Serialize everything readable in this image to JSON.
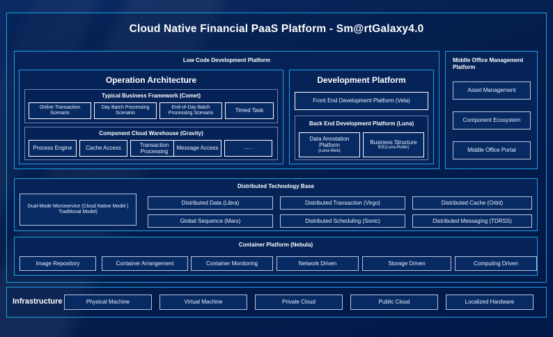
{
  "title": "Cloud Native Financial PaaS Platform - Sm@rtGalaxy4.0",
  "colors": {
    "background": "#04204f",
    "accent_border": "#1f9fe0",
    "panel_border": "#1f86c8",
    "chip_border": "#ffffff",
    "text": "#ffffff"
  },
  "low_code": {
    "header": "Low Code Development Platform",
    "operation_architecture": {
      "header": "Operation Architecture",
      "typical_business_framework": {
        "header": "Typical Business Framework (Comet)",
        "items": [
          "Online Transaction Scenario",
          "Day Batch Processing Scenario",
          "End-of-Day Batch Processing Scenario",
          "Timed Task"
        ]
      },
      "component_cloud_warehouse": {
        "header": "Component Cloud Warehouse (Gravity)",
        "items": [
          "Process Engine",
          "Cache Access",
          "Transaction Processing",
          "Message Access",
          "......"
        ]
      }
    },
    "development_platform": {
      "header": "Development Platform",
      "front_end": "Front End Development Platform (Vela)",
      "back_end": {
        "header": "Back End Development Platform (Luna)",
        "items": [
          {
            "label": "Data Annotation Platform",
            "sub": "(Luna-Web)"
          },
          {
            "label": "Business Structure",
            "sub": "IDE(Luna-Robin)"
          }
        ]
      }
    }
  },
  "middle_office": {
    "header": "Middle Office Management Platform",
    "items": [
      "Asset Management",
      "Component Ecosystem",
      "Middle Office Portal"
    ]
  },
  "distributed_technology_base": {
    "header": "Distributed Technology Base",
    "feature": "Dual-Mode Microservice (Cloud Native Model | Traditional Model)",
    "grid": [
      [
        "Distributed Data (Libra)",
        "Distributed Transaction (Virgo)",
        "Distributed Cache (Orbit)"
      ],
      [
        "Global Sequence (Mars)",
        "Distributed Scheduling (Sonic)",
        "Distributed Messaging (TDRSS)"
      ]
    ]
  },
  "container_platform": {
    "header": "Container Platform (Nebula)",
    "items": [
      "Image Repository",
      "Container Arrangement",
      "Container Monitoring",
      "Network Driven",
      "Storage Driven",
      "Computing Driven"
    ]
  },
  "infrastructure": {
    "label": "Infrastructure",
    "items": [
      "Physical Machine",
      "Virtual Machine",
      "Private Cloud",
      "Public Cloud",
      "Localized Hardware"
    ]
  }
}
